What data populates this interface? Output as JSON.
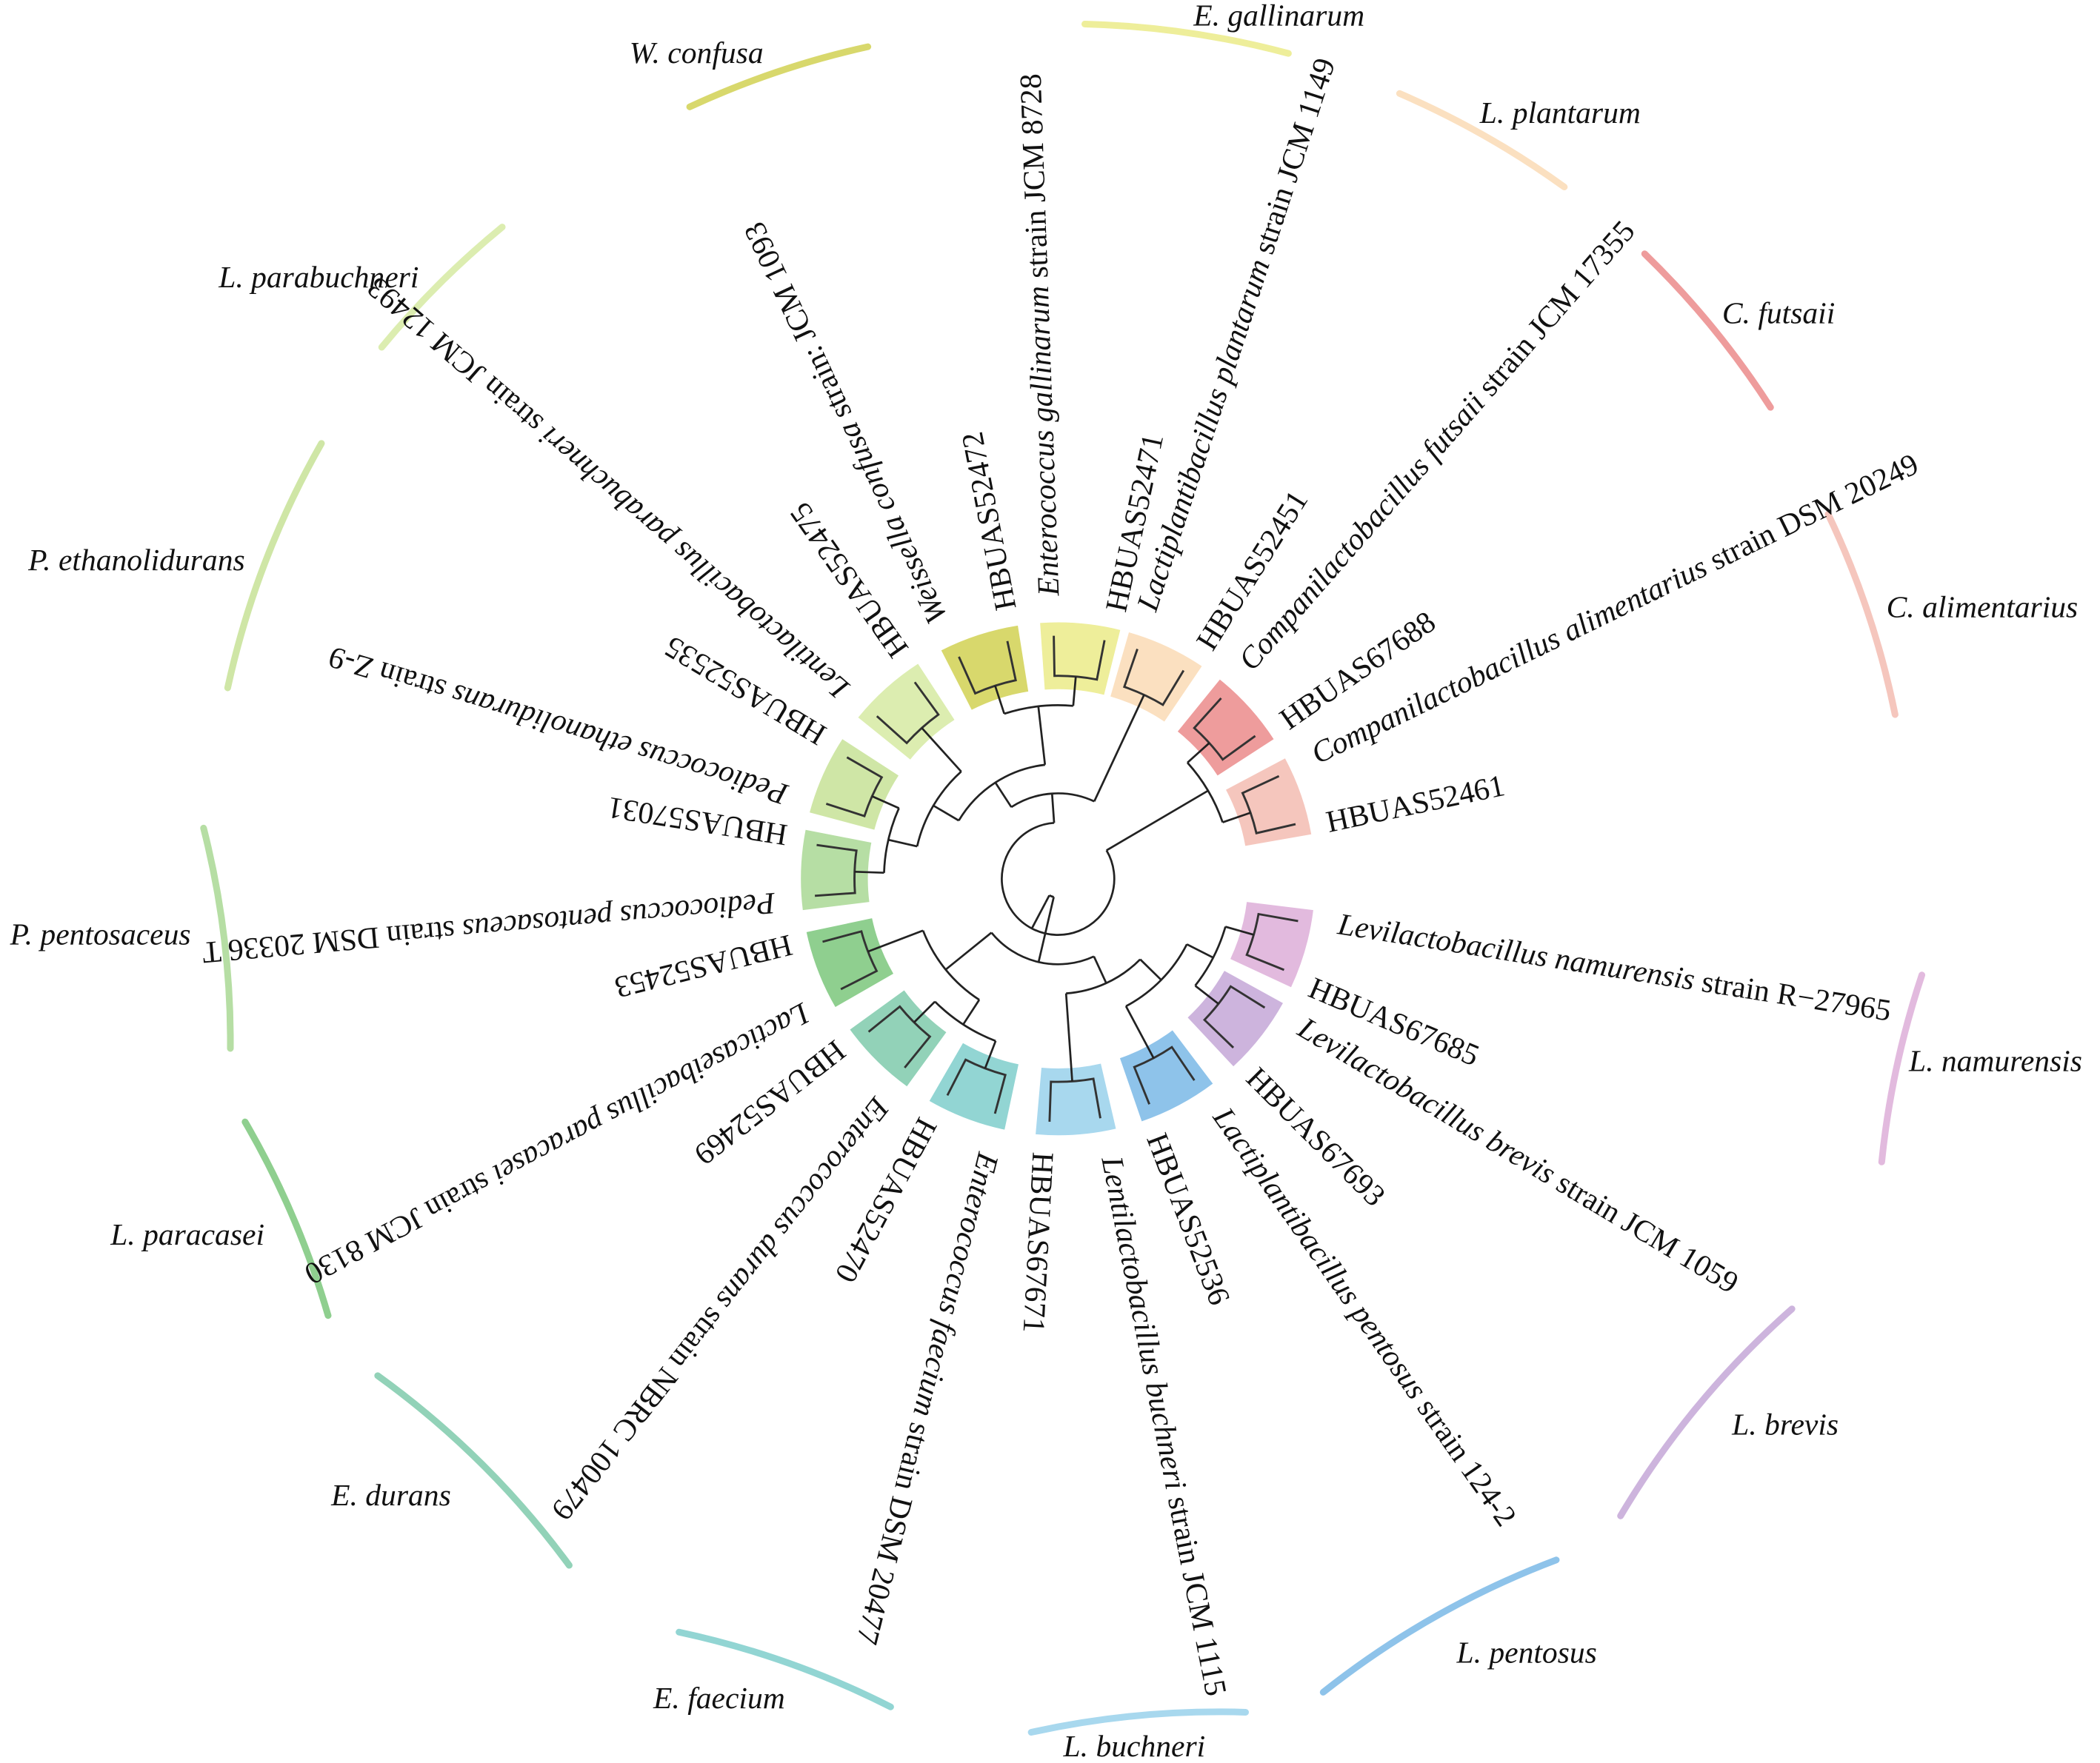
{
  "clusters": [
    {
      "species": "C. alimentarius",
      "ref_genus": "Companilactobacillus alimentarius",
      "ref_strain": " strain DSM 20249",
      "isolate": "HBUAS52461",
      "color": "#f5c6bd"
    },
    {
      "species": "C. futsaii",
      "ref_genus": "Companilactobacillus futsaii",
      "ref_strain": " strain JCM 17355",
      "isolate": "HBUAS67688",
      "color": "#ee9c9c"
    },
    {
      "species": "L. plantarum",
      "ref_genus": "Lactiplantibacillus plantarum",
      "ref_strain": " strain JCM 1149",
      "isolate": "HBUAS52451",
      "color": "#fbe0c0"
    },
    {
      "species": "E. gallinarum",
      "ref_genus": "Enterococcus gallinarum",
      "ref_strain": " strain JCM 8728",
      "isolate": "HBUAS52471",
      "color": "#eeee9a"
    },
    {
      "species": "W. confusa",
      "ref_genus": "Weissella confusa",
      "ref_strain": " strain: JCM 1093",
      "isolate": "HBUAS52472",
      "color": "#d8d86c"
    },
    {
      "species": "L. parabuchneri",
      "ref_genus": "Lentilactobacillus parabuchneri",
      "ref_strain": " strain JCM 12493",
      "isolate": "HBUAS52475",
      "color": "#dcedb0"
    },
    {
      "species": "P. ethanolidurans",
      "ref_genus": "Pediococcus ethanolidurans",
      "ref_strain": " strain Z-9",
      "isolate": "HBUAS52535",
      "color": "#cfe6a6"
    },
    {
      "species": "P. pentosaceus",
      "ref_genus": "Pediococcus pentosaceus",
      "ref_strain": " strain DSM 20336 T",
      "isolate": "HBUAS57031",
      "color": "#b6dea4"
    },
    {
      "species": "L. paracasei",
      "ref_genus": "Lacticaseibacillus paracasei",
      "ref_strain": " strain JCM 8130",
      "isolate": "HBUAS52453",
      "color": "#8fcf8f"
    },
    {
      "species": "E. durans",
      "ref_genus": "Enterococcus durans",
      "ref_strain": " strain NBRC 100479",
      "isolate": "HBUAS52469",
      "color": "#92d2b8"
    },
    {
      "species": "E. faecium",
      "ref_genus": "Enterococcus faecium",
      "ref_strain": " strain DSM 20477",
      "isolate": "HBUAS52470",
      "color": "#92d5d3"
    },
    {
      "species": "L. buchneri",
      "ref_genus": "Lentilactobacillus buchneri",
      "ref_strain": " strain JCM 1115",
      "isolate": "HBUAS67671",
      "color": "#a8d8ee"
    },
    {
      "species": "L. pentosus",
      "ref_genus": "Lactiplantibacillus pentosus",
      "ref_strain": " strain 124-2",
      "isolate": "HBUAS52536",
      "color": "#8ec3ea"
    },
    {
      "species": "L. brevis",
      "ref_genus": "Levilactobacillus brevis",
      "ref_strain": " strain JCM 1059",
      "isolate": "HBUAS67693",
      "color": "#cdb4dd"
    },
    {
      "species": "L. namurensis",
      "ref_genus": "Levilactobacillus namurensis",
      "ref_strain": " strain R−27965",
      "isolate": "HBUAS67685",
      "color": "#e2bade"
    }
  ]
}
